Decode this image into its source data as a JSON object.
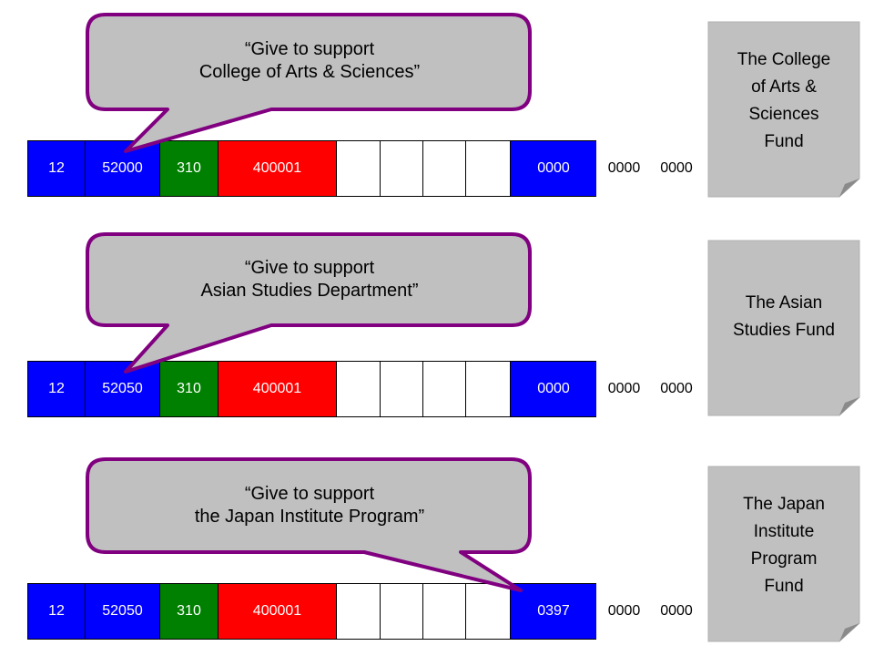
{
  "colors": {
    "blue": "#0000ff",
    "green": "#008000",
    "red": "#ff0000",
    "bubble_fill": "#c0c0c0",
    "bubble_border": "#800080",
    "note_fill": "#c0c0c0"
  },
  "rows": [
    {
      "cells": [
        "12",
        "52000",
        "310",
        "400001",
        "",
        "",
        "",
        "",
        "0000",
        "0000",
        "0000"
      ],
      "callout": {
        "line1": "“Give to support",
        "line2": "College of Arts & Sciences”"
      },
      "note": {
        "lines": [
          "The College",
          "of Arts &",
          "Sciences",
          "Fund"
        ]
      }
    },
    {
      "cells": [
        "12",
        "52050",
        "310",
        "400001",
        "",
        "",
        "",
        "",
        "0000",
        "0000",
        "0000"
      ],
      "callout": {
        "line1": "“Give to support",
        "line2": "Asian Studies Department”"
      },
      "note": {
        "lines": [
          "The Asian",
          "Studies Fund"
        ]
      }
    },
    {
      "cells": [
        "12",
        "52050",
        "310",
        "400001",
        "",
        "",
        "",
        "",
        "0397",
        "0000",
        "0000"
      ],
      "callout": {
        "line1": "“Give to support",
        "line2": "the Japan Institute Program”"
      },
      "note": {
        "lines": [
          "The Japan",
          "Institute",
          "Program",
          "Fund"
        ]
      }
    }
  ]
}
